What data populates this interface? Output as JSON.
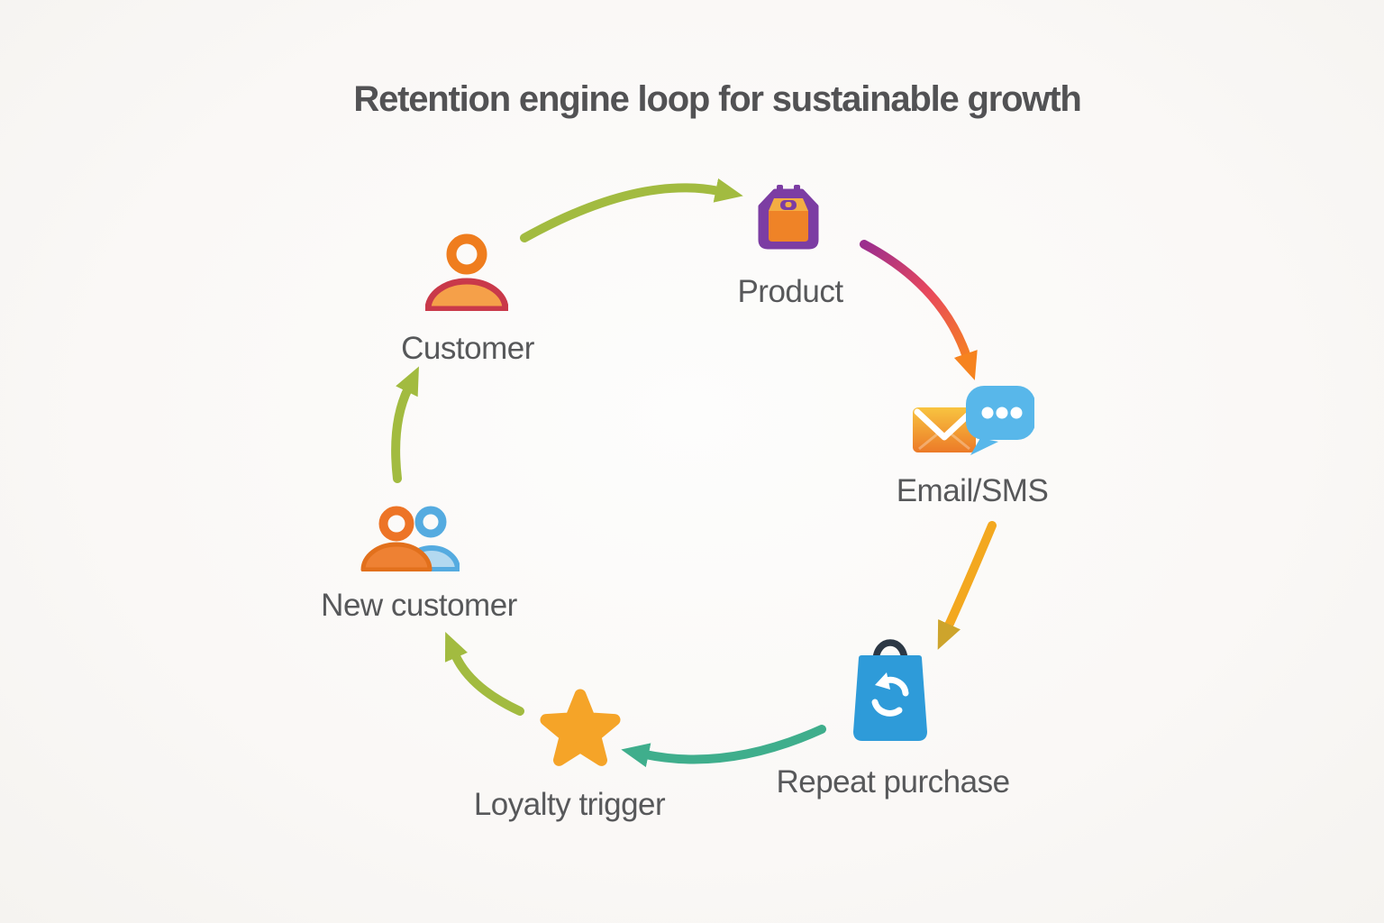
{
  "title": "Retention engine loop for sustainable growth",
  "palette": {
    "background": "#faf8f6",
    "title_text": "#525254",
    "label_text": "#57585a",
    "olive_arrow": "#a2bb40",
    "gold_arrow": "#f3a81f",
    "gold_arrowhead": "#cda42c",
    "teal_arrow": "#3fae8c",
    "magenta_orange_arrow_start": "#9b2d8e",
    "magenta_orange_arrow_end": "#f6831f",
    "person_orange": "#ef7d1e",
    "person_body_outline": "#c9394a",
    "person_body_fill": "#f5a049",
    "person_blue": "#55abe0",
    "product_purple": "#7c3da3",
    "product_box_orange": "#ef8327",
    "product_lid_orange": "#f4ad43",
    "envelope_orange_top": "#f8c440",
    "envelope_orange_bottom": "#ec7a28",
    "chat_bubble_blue": "#58b7ea",
    "bag_blue": "#2e9bd9",
    "bag_handle_navy": "#2c3845",
    "star_orange": "#f5a428"
  },
  "diagram": {
    "type": "cycle",
    "nodes": [
      {
        "id": "customer",
        "label": "Customer",
        "icon": "person-icon"
      },
      {
        "id": "product",
        "label": "Product",
        "icon": "package-box-icon"
      },
      {
        "id": "email-sms",
        "label": "Email/SMS",
        "icon": "envelope-and-chat-bubble-icon"
      },
      {
        "id": "repeat-purchase",
        "label": "Repeat purchase",
        "icon": "shopping-bag-refresh-icon"
      },
      {
        "id": "loyalty-trigger",
        "label": "Loyalty trigger",
        "icon": "star-icon"
      },
      {
        "id": "new-customer",
        "label": "New customer",
        "icon": "two-people-icon"
      }
    ],
    "edges": [
      {
        "from": "customer",
        "to": "product",
        "color": "#a2bb40"
      },
      {
        "from": "product",
        "to": "email-sms",
        "color": "#9b2d8e → #f6831f (gradient)"
      },
      {
        "from": "email-sms",
        "to": "repeat-purchase",
        "color": "#f3a81f"
      },
      {
        "from": "repeat-purchase",
        "to": "loyalty-trigger",
        "color": "#3fae8c"
      },
      {
        "from": "loyalty-trigger",
        "to": "new-customer",
        "color": "#a2bb40"
      },
      {
        "from": "new-customer",
        "to": "customer",
        "color": "#a2bb40"
      }
    ]
  }
}
